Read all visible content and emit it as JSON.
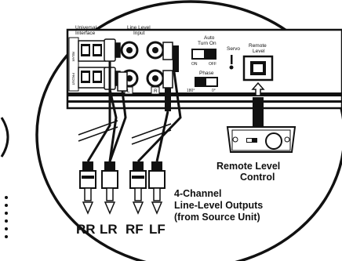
{
  "panel": {
    "universal_interface": [
      "Universal",
      "Interface"
    ],
    "line_level_input": [
      "Line Level",
      "Input"
    ],
    "auto_turn_on": [
      "Auto",
      "Turn On"
    ],
    "auto_on": "ON",
    "auto_off": "OFF",
    "phase": "Phase",
    "phase_180": "180°",
    "phase_0": "0°",
    "servo": "Servo",
    "remote_level": [
      "Remote",
      "Level"
    ],
    "rear": "REAR",
    "front": "FRONT",
    "jack_l": "L",
    "jack_r": "R"
  },
  "remote_control_label": [
    "Remote Level",
    "Control"
  ],
  "outputs_label": [
    "4-Channel",
    "Line-Level Outputs",
    "(from Source Unit)"
  ],
  "plugs": [
    "RR",
    "LR",
    "RF",
    "LF"
  ],
  "colors": {
    "ink": "#111111",
    "paper": "#ffffff",
    "plug_dark": "#222222"
  }
}
